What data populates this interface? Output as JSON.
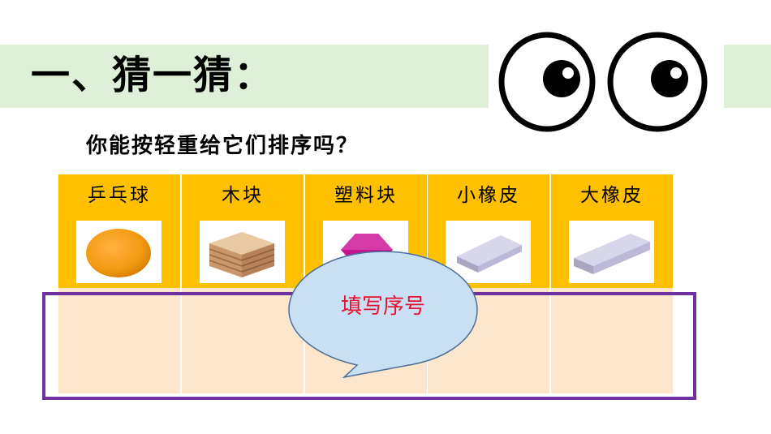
{
  "title": "一、猜一猜：",
  "question": "你能按轻重给它们排序吗？",
  "items": [
    {
      "label": "乒乓球",
      "icon": "ping-pong-ball-icon",
      "answer": ""
    },
    {
      "label": "木块",
      "icon": "wood-block-icon",
      "answer": ""
    },
    {
      "label": "塑料块",
      "icon": "plastic-block-icon",
      "answer": ""
    },
    {
      "label": "小橡皮",
      "icon": "small-eraser-icon",
      "answer": ""
    },
    {
      "label": "大橡皮",
      "icon": "big-eraser-icon",
      "answer": ""
    }
  ],
  "bubble": {
    "text": "填写序号"
  },
  "colors": {
    "title_band": "#dff0d8",
    "header_fill": "#ffc000",
    "answer_fill": "#fde6cc",
    "frame": "#7030a0",
    "bubble_fill": "#c9dff3",
    "bubble_text": "#e8112d"
  }
}
